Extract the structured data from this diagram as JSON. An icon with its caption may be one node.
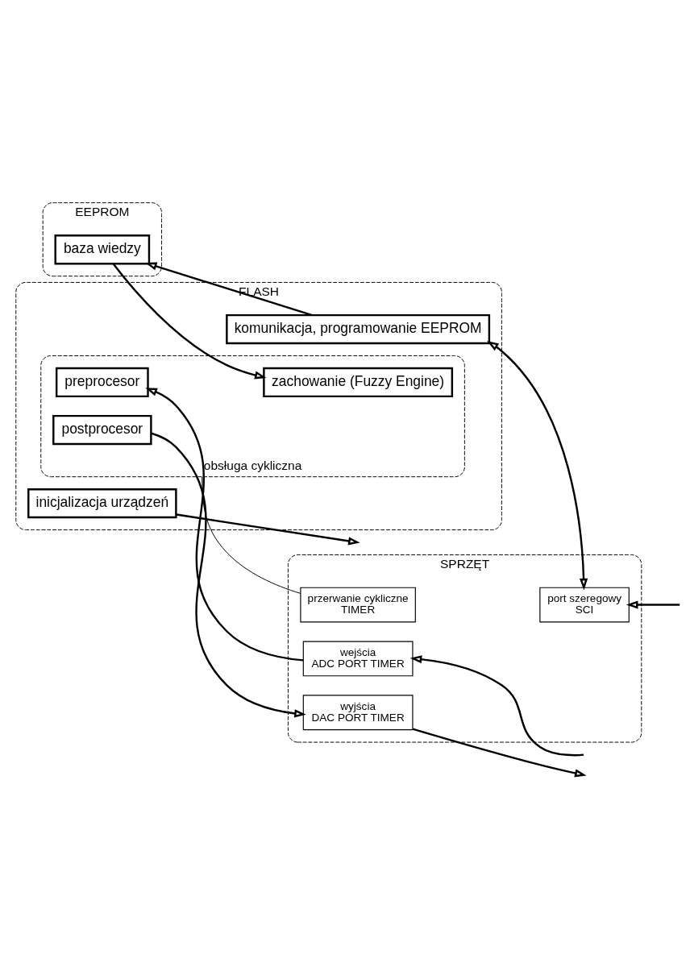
{
  "diagram": {
    "nodes": [
      {
        "text": [
          "EEPROM"
        ]
      },
      {
        "text": [
          "FLASH"
        ]
      },
      {
        "text": [
          "SPRZĘT"
        ]
      },
      {
        "text": [
          "baza wiedzy"
        ],
        "in": 0
      },
      {
        "text": [
          "inicjalizacja urządzeń"
        ],
        "in": 1
      },
      {
        "text": [
          "obsługa cykliczna"
        ],
        "in": 1
      },
      {
        "text": [
          "preprocesor"
        ],
        "in": 5
      },
      {
        "text": [
          "zachowanie (Fuzzy Engine)"
        ],
        "in": 5
      },
      {
        "text": [
          "postprocesor"
        ],
        "in": 5
      },
      {
        "text": [
          "wejścia",
          "ADC PORT TIMER"
        ],
        "in": 2
      },
      {
        "text": [
          "wyjścia",
          "DAC PORT TIMER"
        ],
        "in": 2
      },
      {
        "text": [
          "przerwanie cykliczne",
          "TIMER"
        ],
        "in": 2
      },
      {
        "text": [
          "komunikacja, programowanie EEPROM"
        ],
        "in": 1
      },
      {
        "text": [
          "port szeregowy",
          "SCI"
        ],
        "in": 2
      }
    ],
    "edges": [
      {
        "from": 4,
        "to": null,
        "arrow": "to"
      },
      {
        "from": null,
        "to": 9,
        "arrow": "to"
      },
      {
        "from": 9,
        "to": 6,
        "arrow": "to"
      },
      {
        "from": 3,
        "to": 7,
        "arrow": "to"
      },
      {
        "from": 8,
        "to": 10,
        "arrow": "to"
      },
      {
        "from": 10,
        "to": null,
        "arrow": "to"
      },
      {
        "from": 11,
        "to": 5,
        "arrow": "none"
      },
      {
        "from": 12,
        "to": 3,
        "arrow": "to"
      },
      {
        "from": 12,
        "to": 13,
        "arrow": "both"
      },
      {
        "from": null,
        "to": 13,
        "arrow": "to"
      }
    ]
  }
}
